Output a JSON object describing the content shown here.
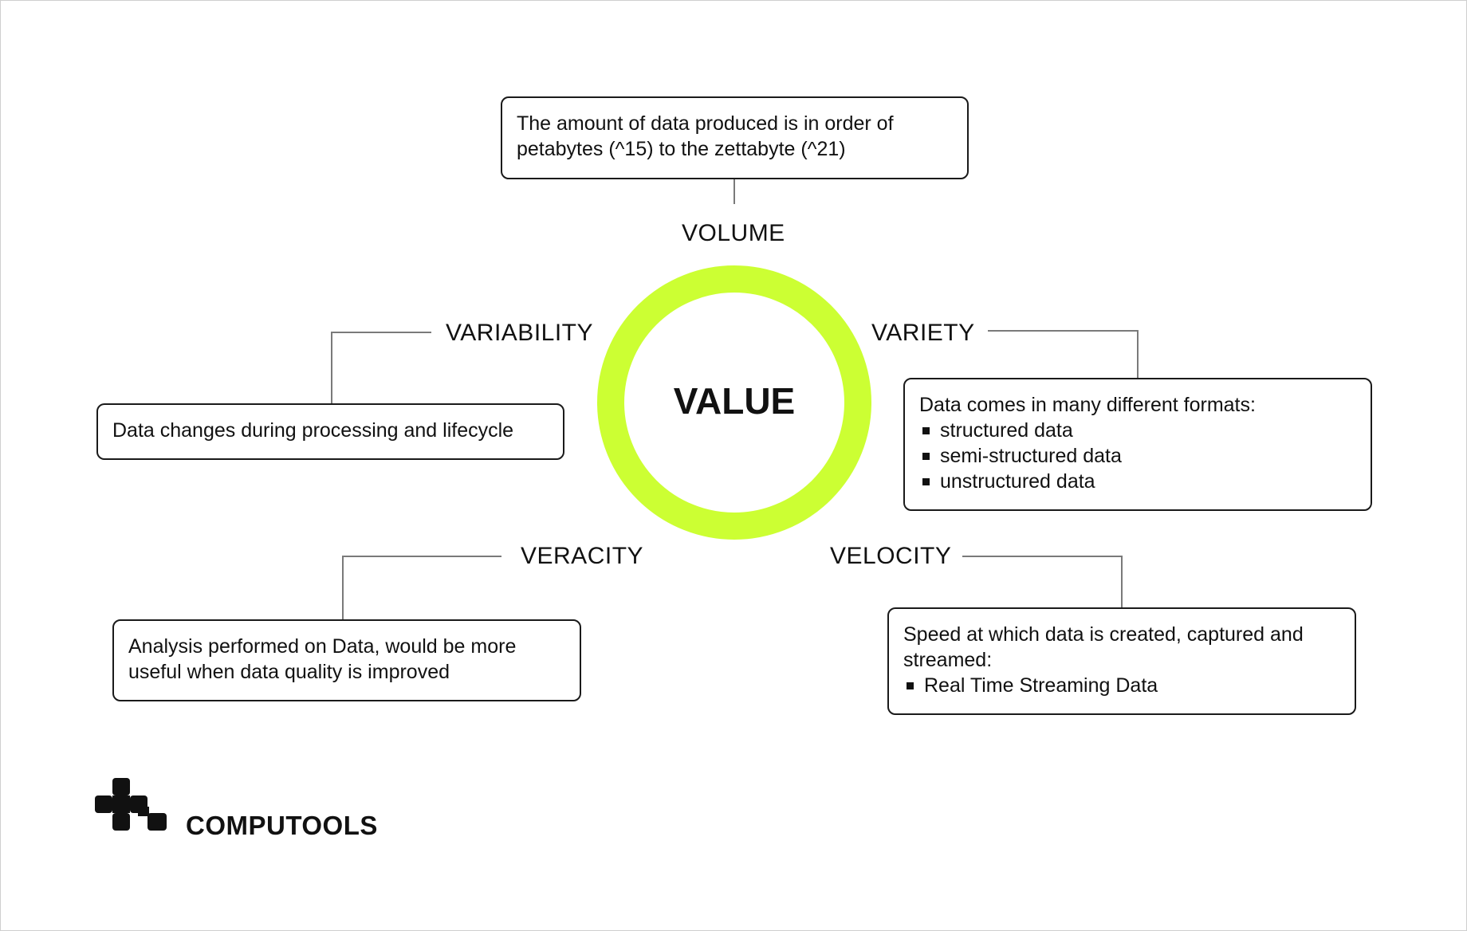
{
  "center": {
    "label": "VALUE"
  },
  "volume": {
    "label": "VOLUME",
    "description": "The amount of data produced is in order of petabytes (^15) to the zettabyte (^21)"
  },
  "variety": {
    "label": "VARIETY",
    "intro": "Data comes in many different formats:",
    "items": [
      "structured data",
      "semi-structured data",
      "unstructured data"
    ]
  },
  "variability": {
    "label": "VARIABILITY",
    "description": "Data changes during processing and lifecycle"
  },
  "veracity": {
    "label": "VERACITY",
    "description": "Analysis performed on Data, would be more useful when data quality is improved"
  },
  "velocity": {
    "label": "VELOCITY",
    "intro": "Speed at which data is created, captured and streamed:",
    "items": [
      "Real Time Streaming Data"
    ]
  },
  "brand": {
    "name": "COMPUTOOLS"
  },
  "colors": {
    "ring": "#ccff33",
    "ink": "#111111",
    "connector": "#7a7a7a"
  }
}
